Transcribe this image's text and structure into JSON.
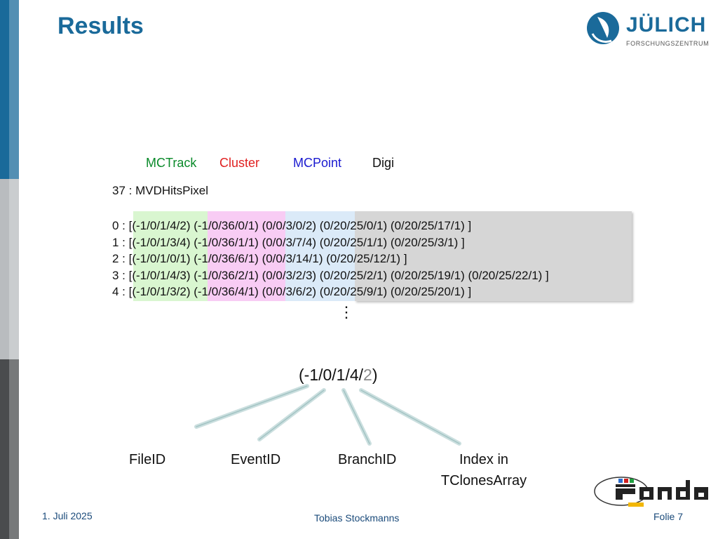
{
  "title": "Results",
  "logo": {
    "name": "JÜLICH",
    "subtitle": "FORSCHUNGSZENTRUM"
  },
  "legend": [
    {
      "label": "MCTrack",
      "color": "#0a8a2a"
    },
    {
      "label": "Cluster",
      "color": "#e02020"
    },
    {
      "label": "MCPoint",
      "color": "#1a1ad0"
    },
    {
      "label": "Digi",
      "color": "#111111"
    }
  ],
  "hits_label": "37 : MVDHitsPixel",
  "table": {
    "rows": [
      {
        "prefix": "0 : [",
        "green": "(-1/0/1/4/2)",
        "pink": " (-1/0/36/0/1)",
        "blue": " (0/0/3/0/2)",
        "gray": " (0/20/25/0/1) (0/20/25/17/1) ]"
      },
      {
        "prefix": "1 : [",
        "green": "(-1/0/1/3/4)",
        "pink": " (-1/0/36/1/1)",
        "blue": " (0/0/3/7/4)",
        "gray": " (0/20/25/1/1) (0/20/25/3/1) ]"
      },
      {
        "prefix": "2 : [",
        "green": "(-1/0/1/0/1)",
        "pink": " (-1/0/36/6/1)",
        "blue": " (0/0/3/14/1)",
        "gray": " (0/20/25/12/1) ]"
      },
      {
        "prefix": "3 : [",
        "green": "(-1/0/1/4/3)",
        "pink": " (-1/0/36/2/1)",
        "blue": " (0/0/3/2/3)",
        "gray": " (0/20/25/2/1) (0/20/25/19/1) (0/20/25/22/1) ]"
      },
      {
        "prefix": "4 : [",
        "green": "(-1/0/1/3/2)",
        "pink": " (-1/0/36/4/1)",
        "blue": " (0/0/3/6/2)",
        "gray": " (0/20/25/9/1) (0/20/25/20/1) ]"
      }
    ]
  },
  "ellipsis": "⋮",
  "key": {
    "main": "(-1/0/1/4/",
    "highlight": "2",
    "close": ")"
  },
  "parts": [
    {
      "label": "FileID"
    },
    {
      "label": "EventID"
    },
    {
      "label": "BranchID"
    },
    {
      "label_line1": "Index in",
      "label_line2": "TClonesArray"
    }
  ],
  "footer": {
    "date": "1. Juli 2025",
    "author": "Tobias Stockmanns",
    "page": "Folie 7"
  },
  "colors": {
    "accent": "#1a6a9a",
    "line": "#b7d3d3"
  }
}
